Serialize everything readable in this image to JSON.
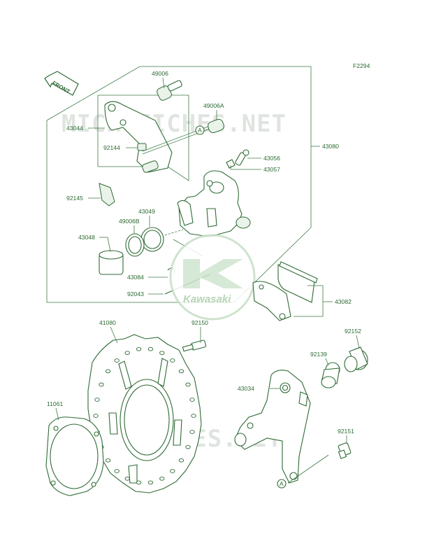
{
  "figure_code": "F2294",
  "front_marker": "FRONT",
  "watermark": "MICROFICHES.NET",
  "brand_logo": "Kawasaki",
  "callouts": [
    "49006",
    "49006A",
    "43044",
    "92144",
    "43056",
    "43057",
    "43080",
    "92145",
    "43049",
    "49006B",
    "43048",
    "43084",
    "92043",
    "43082",
    "41080",
    "92150",
    "92152",
    "92139",
    "43034",
    "11061",
    "92151"
  ],
  "ref_marker": "A"
}
